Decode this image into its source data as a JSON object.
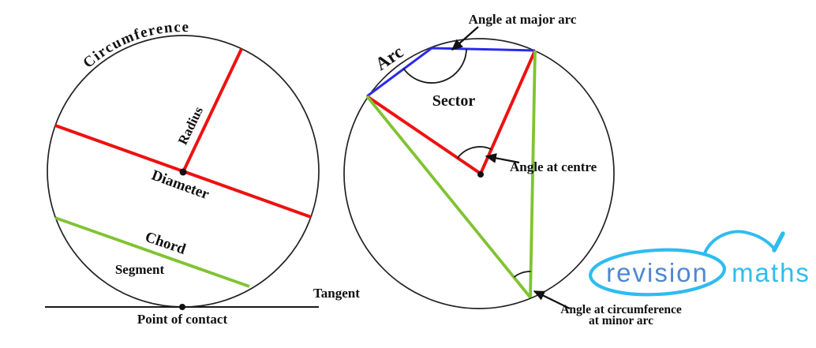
{
  "colors": {
    "red": "#ee1111",
    "green": "#80c332",
    "blue": "#2a2aee",
    "ink": "#1a1a1a",
    "logo_blue": "#4d87d3",
    "logo_cyan": "#2ebcf0"
  },
  "left_diagram": {
    "labels": {
      "circumference": "Circumference",
      "radius": "Radius",
      "diameter": "Diameter",
      "chord": "Chord",
      "segment": "Segment",
      "tangent": "Tangent",
      "point_of_contact": "Point of contact"
    }
  },
  "right_diagram": {
    "labels": {
      "angle_at_major_arc": "Angle at major arc",
      "arc": "Arc",
      "sector": "Sector",
      "angle_at_centre": "Angle at centre",
      "angle_at_circumference_line1": "Angle at circumference",
      "angle_at_circumference_line2": "at minor arc"
    }
  },
  "logo": {
    "word_primary": "revision",
    "word_secondary": "maths"
  }
}
